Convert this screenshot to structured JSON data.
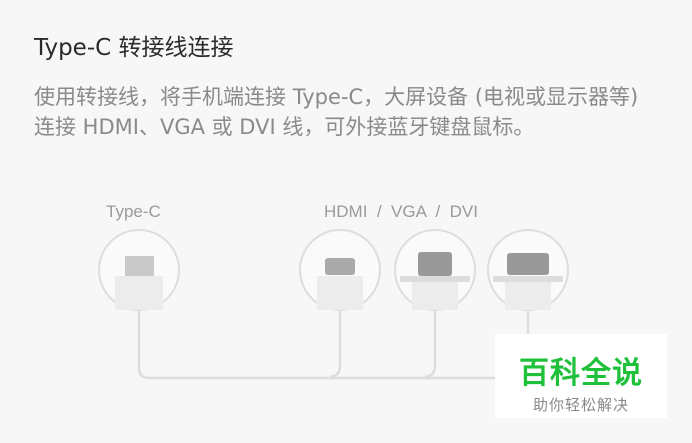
{
  "title": "Type-C 转接线连接",
  "description": "使用转接线，将手机端连接 Type-C，大屏设备 (电视或显示器等) 连接 HDMI、VGA 或 DVI 线，可外接蓝牙键盘鼠标。",
  "diagram": {
    "left_label": "Type-C",
    "right_label": "HDMI  /  VGA  /  DVI"
  },
  "watermark": {
    "name": "百科全说",
    "slogan": "助你轻松解决"
  }
}
